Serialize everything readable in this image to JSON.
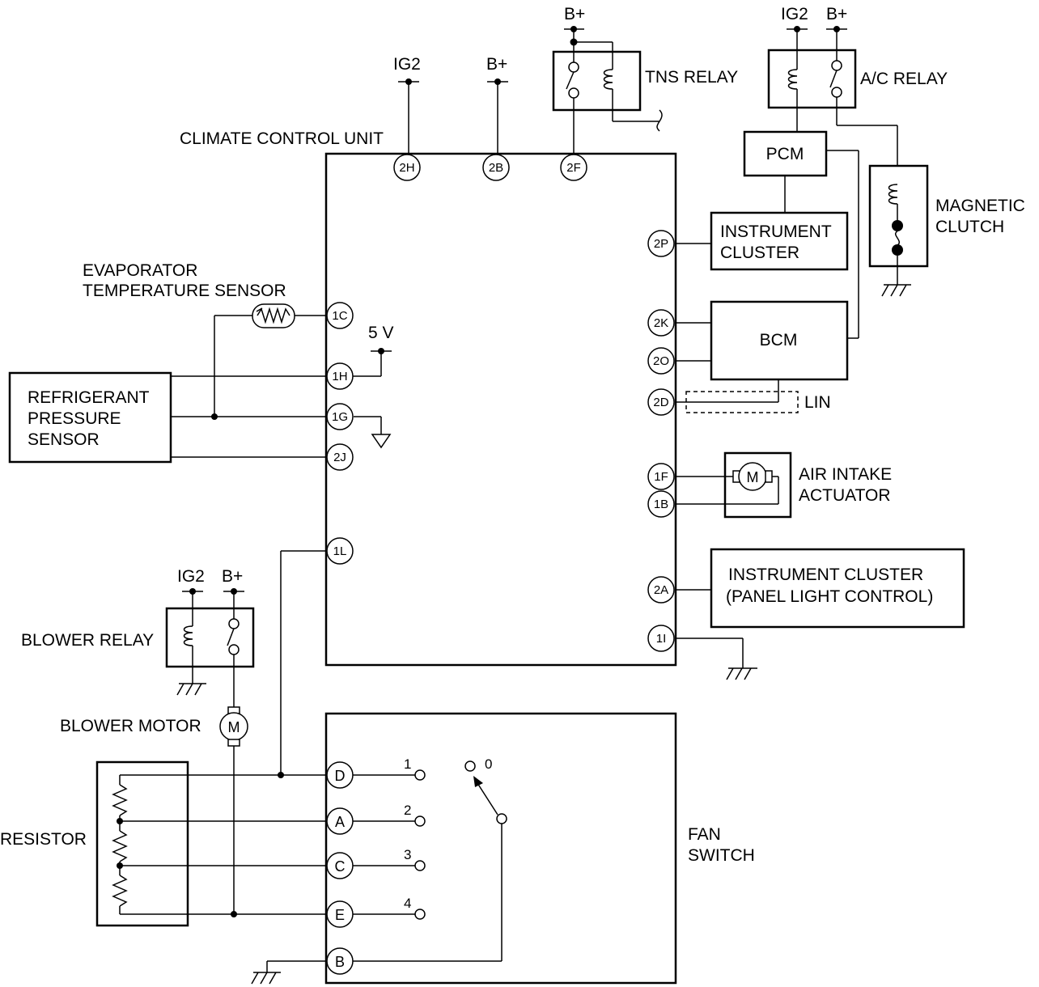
{
  "labels": {
    "climate_control_unit": "CLIMATE CONTROL UNIT",
    "tns_relay": "TNS RELAY",
    "ac_relay": "A/C RELAY",
    "pcm": "PCM",
    "magnetic_clutch_1": "MAGNETIC",
    "magnetic_clutch_2": "CLUTCH",
    "instrument_cluster_1": "INSTRUMENT",
    "instrument_cluster_2": "CLUSTER",
    "bcm": "BCM",
    "lin": "LIN",
    "evap_sensor_1": "EVAPORATOR",
    "evap_sensor_2": "TEMPERATURE SENSOR",
    "five_v": "5 V",
    "refrigerant_1": "REFRIGERANT",
    "refrigerant_2": "PRESSURE",
    "refrigerant_3": "SENSOR",
    "air_intake_1": "AIR INTAKE",
    "air_intake_2": "ACTUATOR",
    "instrument_panel_1": "INSTRUMENT CLUSTER",
    "instrument_panel_2": "(PANEL LIGHT CONTROL)",
    "blower_relay": "BLOWER RELAY",
    "blower_motor": "BLOWER MOTOR",
    "resistor": "RESISTOR",
    "fan_switch_1": "FAN",
    "fan_switch_2": "SWITCH",
    "motor_symbol": "M"
  },
  "power": {
    "ig2": "IG2",
    "bplus": "B+"
  },
  "pins": {
    "p2H": "2H",
    "p2B": "2B",
    "p2F": "2F",
    "p1C": "1C",
    "p1H": "1H",
    "p1G": "1G",
    "p2J": "2J",
    "p1L": "1L",
    "p2P": "2P",
    "p2K": "2K",
    "p2O": "2O",
    "p2D": "2D",
    "p1F": "1F",
    "p1B": "1B",
    "p2A": "2A",
    "p1I": "1I"
  },
  "fan_terminals": {
    "D": "D",
    "A": "A",
    "C": "C",
    "E": "E",
    "B": "B"
  },
  "fan_positions": {
    "p0": "0",
    "p1": "1",
    "p2": "2",
    "p3": "3",
    "p4": "4"
  }
}
